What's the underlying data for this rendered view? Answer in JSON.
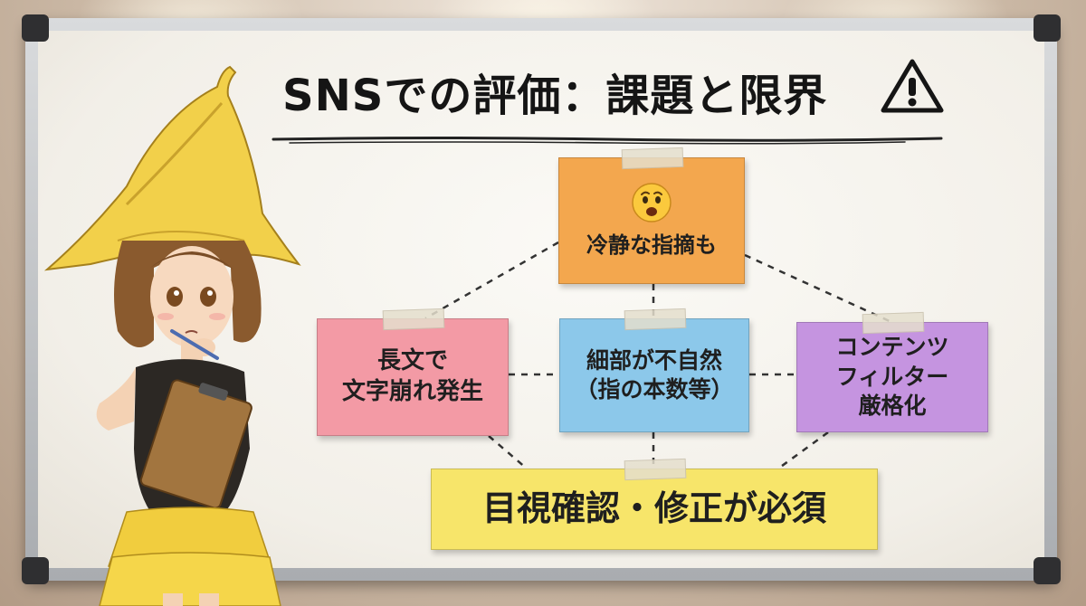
{
  "title": {
    "text": "SNSでの評価：課題と限界",
    "icon": "warning-icon"
  },
  "notes": {
    "top": {
      "icon": "worried-face-icon",
      "text": "冷静な指摘も"
    },
    "left": {
      "lines": [
        "長文で",
        "文字崩れ発生"
      ]
    },
    "middle": {
      "lines": [
        "細部が不自然",
        "（指の本数等）"
      ]
    },
    "right": {
      "lines": [
        "コンテンツ",
        "フィルター",
        "厳格化"
      ]
    },
    "bottom": {
      "text": "目視確認・修正が必須"
    }
  },
  "colors": {
    "top_note": "#f3a74e",
    "left_note": "#f39aa5",
    "middle_note": "#8cc8ea",
    "right_note": "#c594e0",
    "bottom_note": "#f7e56a"
  }
}
